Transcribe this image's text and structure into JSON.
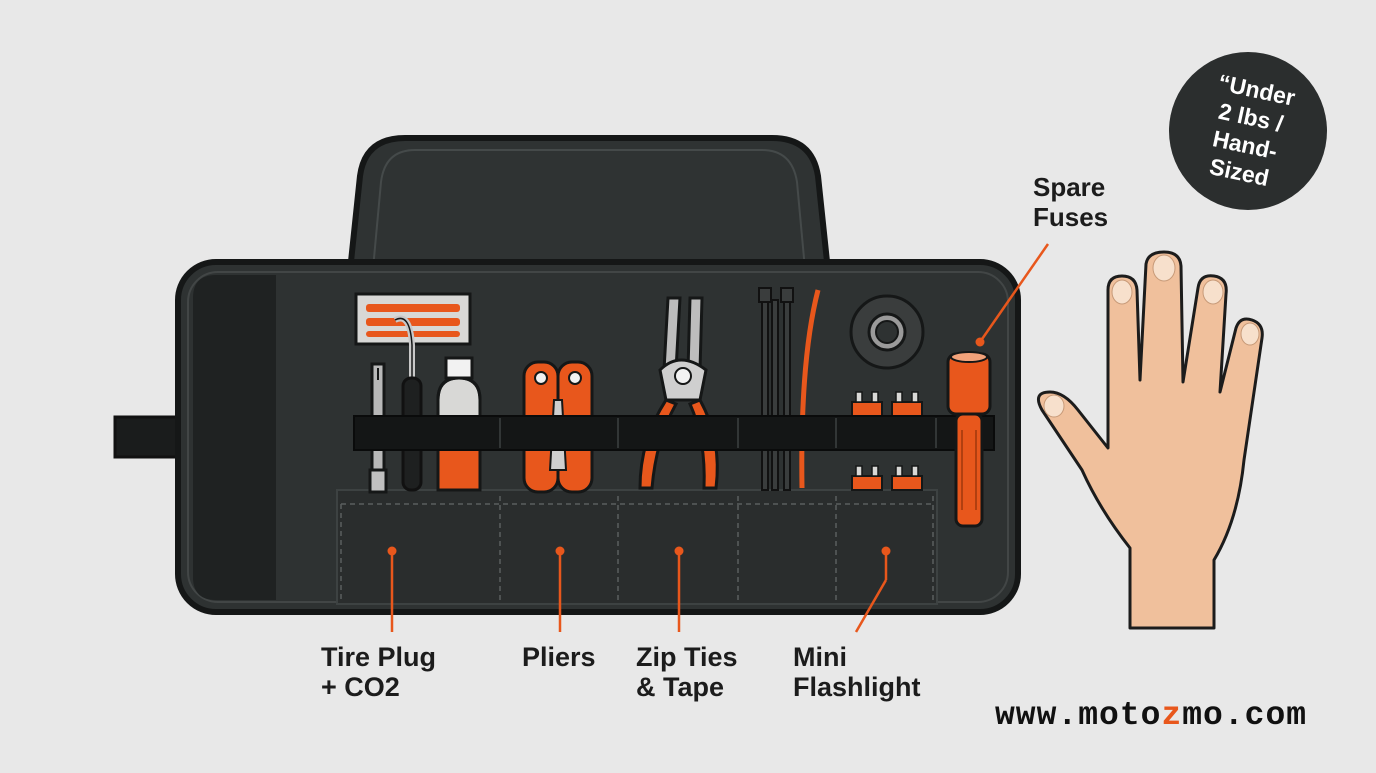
{
  "labels": {
    "tire_plug": [
      "Tire Plug",
      "+ CO2"
    ],
    "pliers": [
      "Pliers"
    ],
    "zip_ties": [
      "Zip Ties",
      "& Tape"
    ],
    "flashlight": [
      "Mini",
      "Flashlight"
    ],
    "spare_fuses": [
      "Spare",
      "Fuses"
    ]
  },
  "badge": {
    "lines": [
      "“Under",
      "2 lbs /",
      "Hand-",
      "Sized"
    ]
  },
  "website": {
    "prefix": "www.moto",
    "accent": "z",
    "suffix": "mo.com"
  },
  "colors": {
    "background": "#e8e8e8",
    "roll_body": "#2e3232",
    "accent_orange": "#e8571c",
    "strap": "#141616",
    "skin": "#f0c09c",
    "text": "#1c1c1c"
  },
  "icons": [
    "tire-plug-kit-icon",
    "screwdriver-icon",
    "reamer-icon",
    "sealant-bottle-icon",
    "multi-tool-icon",
    "pliers-icon",
    "zip-ties-icon",
    "electrical-tape-icon",
    "fuses-icon",
    "flashlight-icon",
    "hand-icon"
  ]
}
